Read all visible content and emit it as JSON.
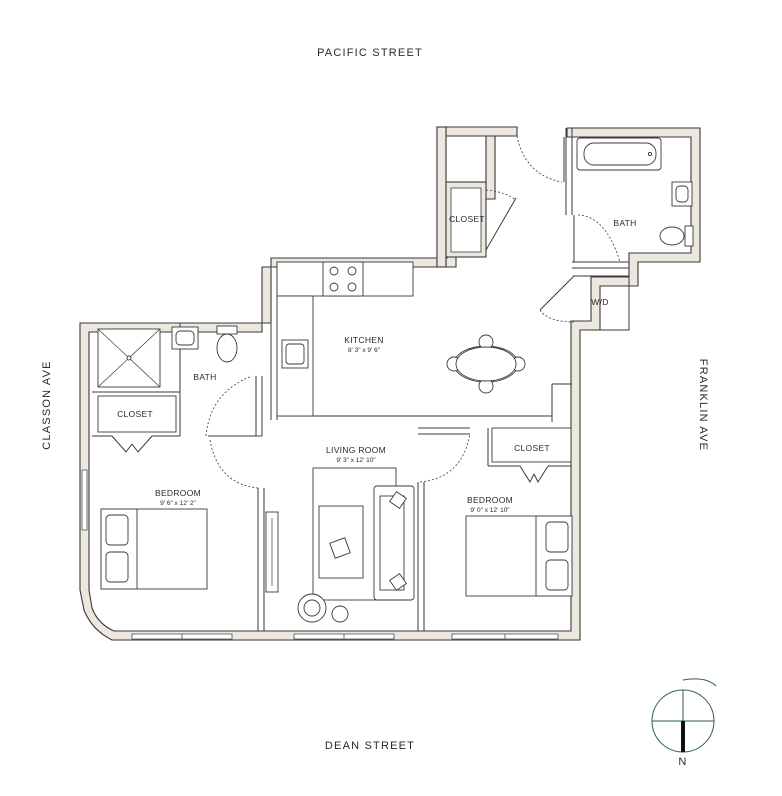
{
  "streets": {
    "north": "PACIFIC STREET",
    "south": "DEAN STREET",
    "west": "CLASSON AVE",
    "east": "FRANKLIN AVE"
  },
  "rooms": {
    "kitchen": {
      "label": "KITCHEN",
      "dims": "8' 3\" x 9' 6\""
    },
    "living_room": {
      "label": "LIVING ROOM",
      "dims": "9' 3\" x 12' 10\""
    },
    "bedroom_west": {
      "label": "BEDROOM",
      "dims": "9' 6\" x 12' 2\""
    },
    "bedroom_east": {
      "label": "BEDROOM",
      "dims": "9' 0\" x 12' 10\""
    },
    "bath_west": {
      "label": "BATH"
    },
    "bath_east": {
      "label": "BATH"
    },
    "closet_entry": {
      "label": "CLOSET"
    },
    "closet_west": {
      "label": "CLOSET"
    },
    "closet_east": {
      "label": "CLOSET"
    },
    "laundry": {
      "label": "W/D"
    }
  },
  "compass": {
    "label": "N"
  }
}
